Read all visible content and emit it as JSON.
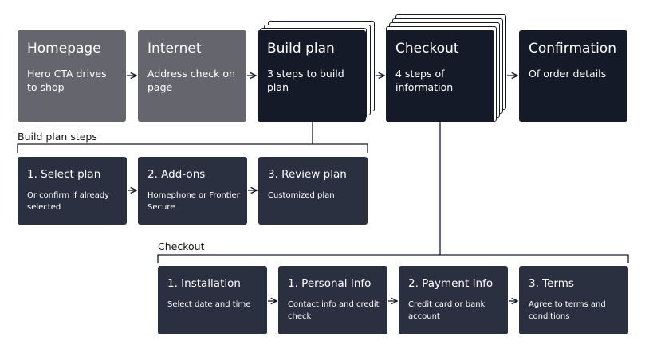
{
  "top_row": [
    {
      "title": "Homepage",
      "desc": "Hero CTA drives to shop"
    },
    {
      "title": "Internet",
      "desc": "Address check on page"
    },
    {
      "title": "Build plan",
      "desc": "3 steps to build plan"
    },
    {
      "title": "Checkout",
      "desc": "4 steps of information"
    },
    {
      "title": "Confirmation",
      "desc": "Of order details"
    }
  ],
  "build_plan_steps": {
    "label": "Build plan steps",
    "steps": [
      {
        "title": "1. Select plan",
        "desc": "Or confirm if already selected"
      },
      {
        "title": "2. Add-ons",
        "desc": "Homephone or Frontier Secure"
      },
      {
        "title": "3. Review plan",
        "desc": "Customized plan"
      }
    ]
  },
  "checkout_steps": {
    "label": "Checkout",
    "steps": [
      {
        "title": "1. Installation",
        "desc": "Select date and time"
      },
      {
        "title": "1. Personal Info",
        "desc": "Contact info and credit check"
      },
      {
        "title": "2. Payment Info",
        "desc": "Credit card or bank account"
      },
      {
        "title": "3. Terms",
        "desc": "Agree to terms and conditions"
      }
    ]
  },
  "colors": {
    "gray_box": "#65656d",
    "dark_box": "#141a28",
    "mid_box": "#2b3040",
    "line": "#141a28"
  }
}
